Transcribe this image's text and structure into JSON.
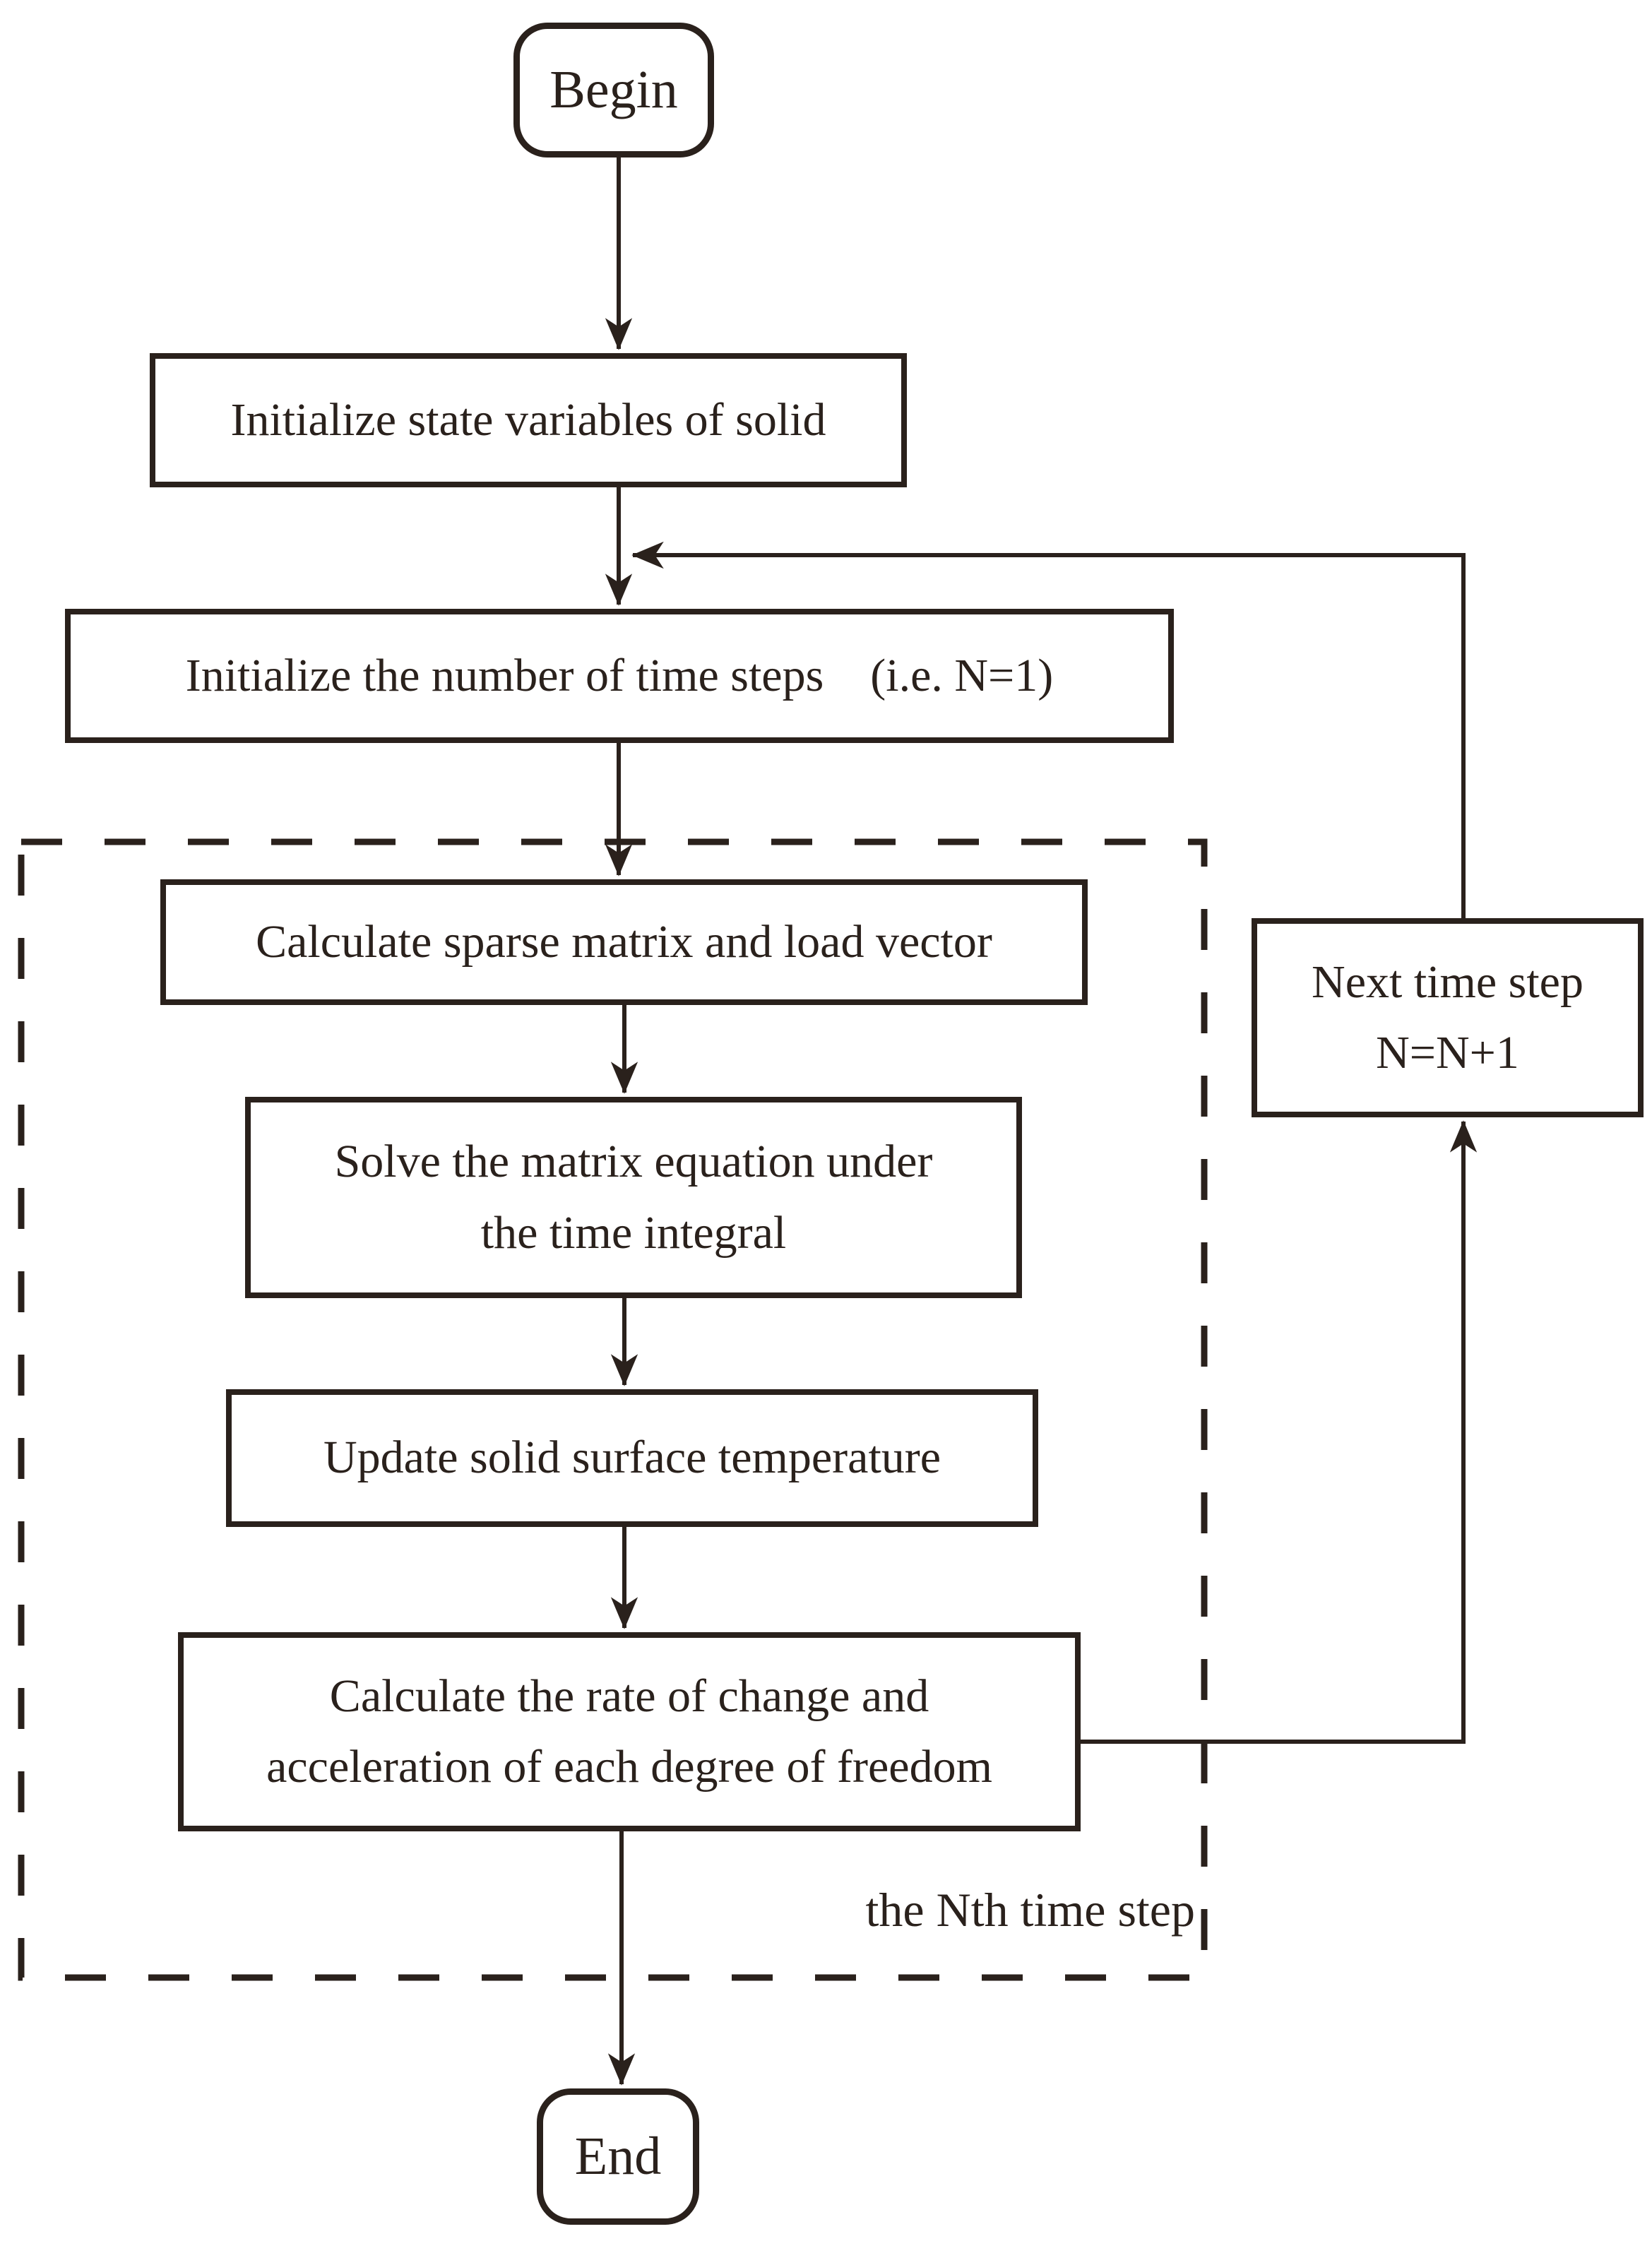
{
  "colors": {
    "ink": "#2a211c",
    "background": "#ffffff"
  },
  "nodes": {
    "begin": {
      "label": "Begin"
    },
    "init_state": {
      "label": "Initialize state variables of solid"
    },
    "init_steps": {
      "label": "Initialize the number of time steps (i.e. N=1)"
    },
    "calc_matrix": {
      "label": "Calculate sparse matrix and load vector"
    },
    "solve_matrix": {
      "lines": [
        "Solve the matrix equation under",
        "the time integral"
      ]
    },
    "update_temp": {
      "label": "Update solid surface temperature"
    },
    "calc_rate": {
      "lines": [
        "Calculate the rate of change and",
        "acceleration of each degree of freedom"
      ]
    },
    "next_step": {
      "lines": [
        "Next time step",
        "N=N+1"
      ]
    },
    "end": {
      "label": "End"
    },
    "loop_region_label": {
      "label": "the Nth time step"
    }
  }
}
